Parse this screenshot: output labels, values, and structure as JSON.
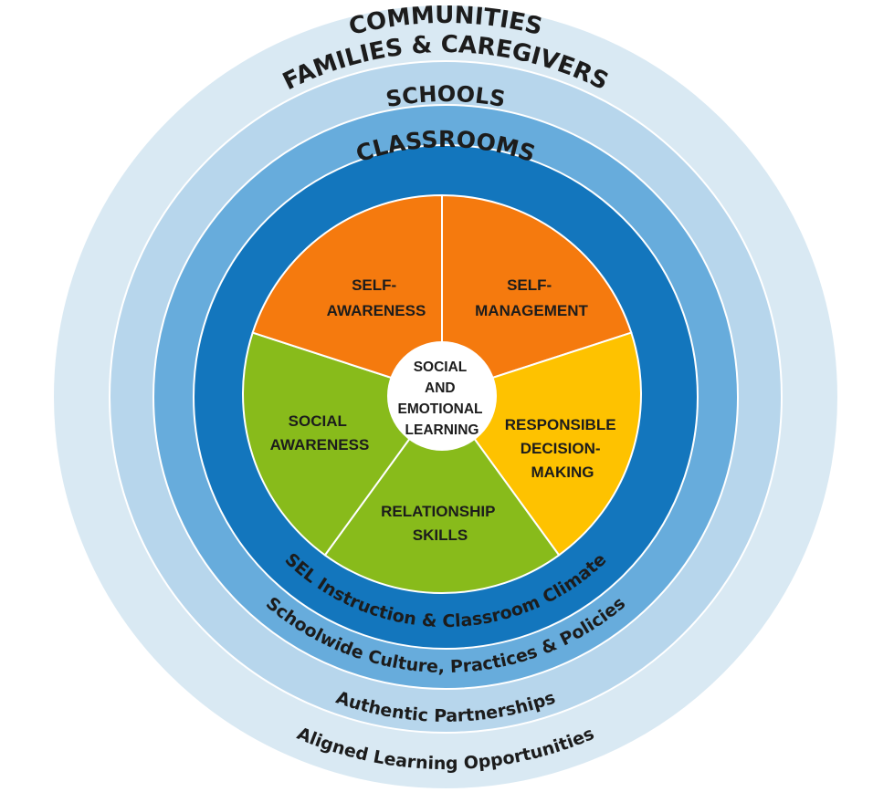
{
  "rings": {
    "communities": {
      "title": "COMMUNITIES",
      "subtitle": "Aligned Learning Opportunities",
      "color": "#d9e9f3"
    },
    "families": {
      "title": "FAMILIES & CAREGIVERS",
      "subtitle": "Authentic Partnerships",
      "color": "#b7d6ec"
    },
    "schools": {
      "title": "SCHOOLS",
      "subtitle": "Schoolwide Culture, Practices & Policies",
      "color": "#67acdc"
    },
    "classrooms": {
      "title": "CLASSROOMS",
      "subtitle": "SEL Instruction & Classroom Climate",
      "color": "#1376bd"
    }
  },
  "core": {
    "lines": [
      "SOCIAL",
      "AND",
      "EMOTIONAL",
      "LEARNING"
    ]
  },
  "competencies": [
    {
      "id": "self-awareness",
      "lines": [
        "SELF-",
        "AWARENESS"
      ],
      "color": "#f57a0e"
    },
    {
      "id": "self-management",
      "lines": [
        "SELF-",
        "MANAGEMENT"
      ],
      "color": "#f57a0e"
    },
    {
      "id": "responsible-decision-making",
      "lines": [
        "RESPONSIBLE",
        "DECISION-",
        "MAKING"
      ],
      "color": "#fec200"
    },
    {
      "id": "relationship-skills",
      "lines": [
        "RELATIONSHIP",
        "SKILLS"
      ],
      "color": "#88bb1b"
    },
    {
      "id": "social-awareness",
      "lines": [
        "SOCIAL",
        "AWARENESS"
      ],
      "color": "#88bb1b"
    }
  ]
}
